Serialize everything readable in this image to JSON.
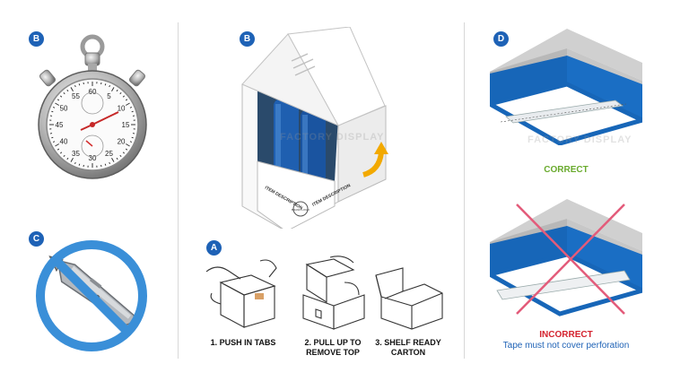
{
  "badges": {
    "stopwatch": "B",
    "box": "B",
    "knife": "C",
    "steps": "A",
    "tape": "D"
  },
  "stopwatch": {
    "dial_numbers": [
      "60",
      "5",
      "10",
      "15",
      "20",
      "25",
      "30",
      "35",
      "40",
      "45",
      "50",
      "55"
    ]
  },
  "box_printed_text": {
    "side_label_1": "ITEM DESCRIPTION",
    "side_label_2": "ITEM DESCRIPTION",
    "logo": "BRAND LOGO"
  },
  "watermark": "FACTORY DISPLAY",
  "steps": [
    {
      "text_1": "1. PUSH IN TABS",
      "text_2": ""
    },
    {
      "text_1": "2. PULL UP TO",
      "text_2": "REMOVE TOP"
    },
    {
      "text_1": "3. SHELF READY",
      "text_2": "CARTON"
    }
  ],
  "tape": {
    "correct_label": "CORRECT",
    "incorrect_label": "INCORRECT",
    "incorrect_note": "Tape must not cover perforation"
  },
  "colors": {
    "badge_blue": "#1e62b6",
    "correct_green": "#6aab2e",
    "incorrect_red": "#d4232f",
    "prohibit_blue": "#3a8fd8",
    "cross_pink": "#e35b7a",
    "box_blue": "#1766b8"
  }
}
